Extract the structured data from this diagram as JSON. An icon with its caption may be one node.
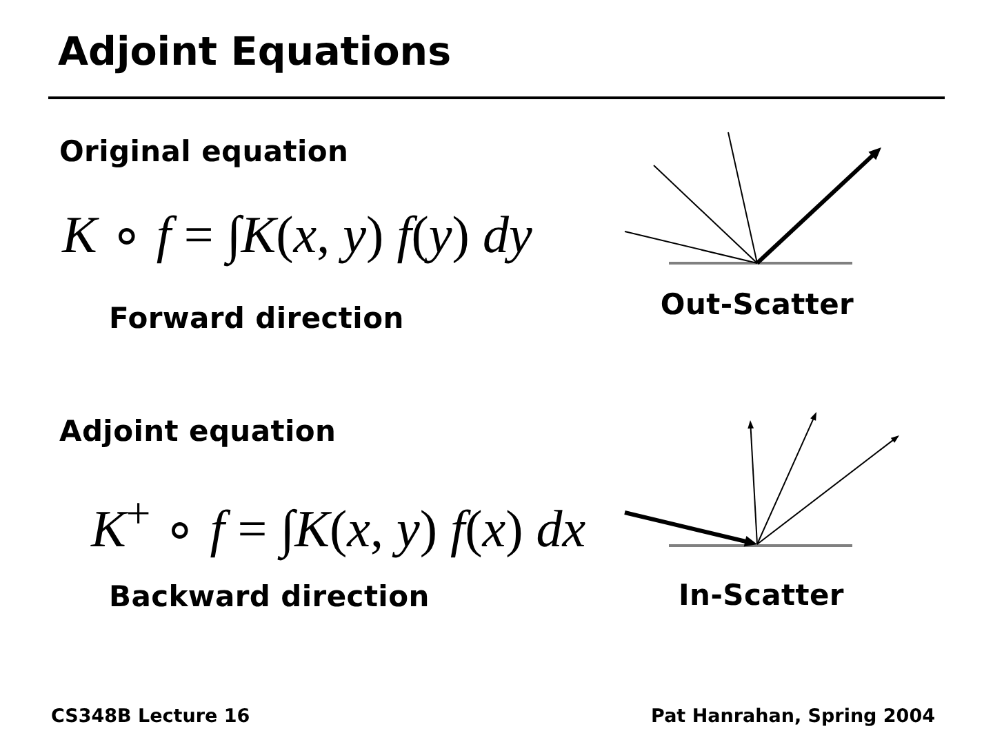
{
  "diagram": {
    "title": "Adjoint Equations",
    "labels": [
      "Original equation",
      "*K* ∘ *f* = ∫*K*(*x*, *y*) *f*(*y*) *dy*",
      "Forward direction",
      "Out-Scatter",
      "Adjoint equation",
      "*K*$^{+}$ ∘ *f* = ∫*K*(*x*, *y*) *f*(*x*) *dx*",
      "Backward direction",
      "In-Scatter",
      "CS348B Lecture 16",
      "Pat Hanrahan, Spring 2004"
    ]
  }
}
